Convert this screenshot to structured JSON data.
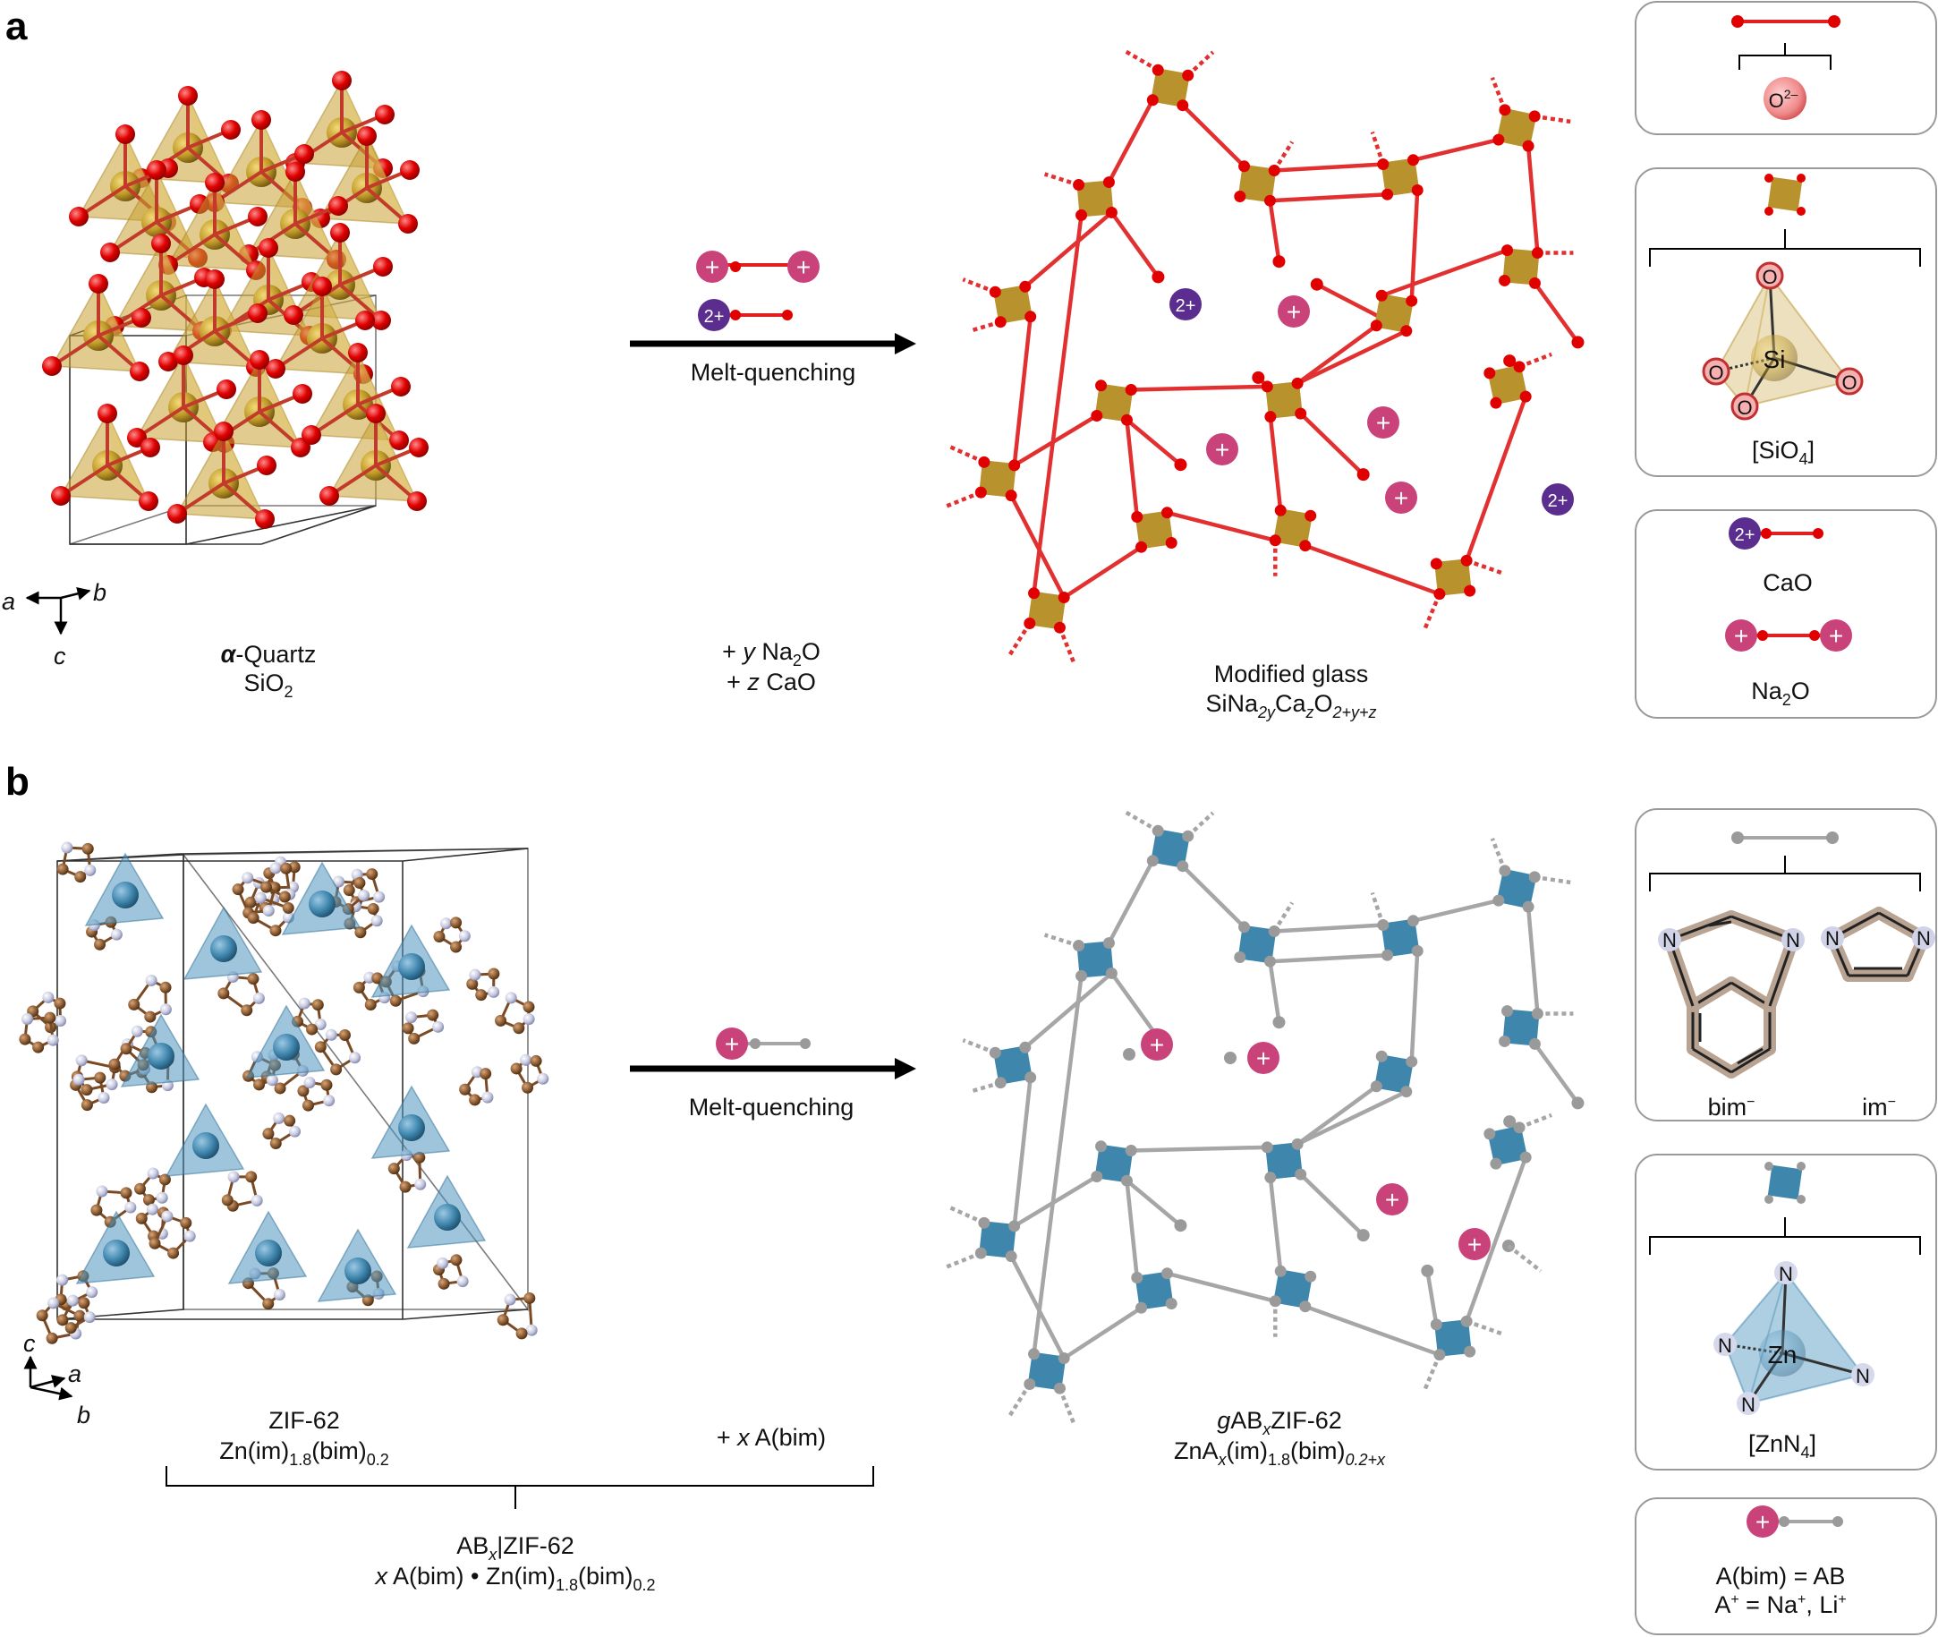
{
  "panels": {
    "a": {
      "letter": "a",
      "crystal": {
        "axes": {
          "a": "a",
          "b": "b",
          "c": "c"
        },
        "name": "-Quartz",
        "name_symbol": "α",
        "formula": {
          "main": "SiO",
          "sub": "2"
        }
      },
      "arrow": {
        "label": "Melt-quenching"
      },
      "additives": {
        "line1": {
          "plus": "+ ",
          "var": "y",
          "main": " Na",
          "sub": "2",
          "tail": "O"
        },
        "line2": {
          "plus": "+ ",
          "var": "z",
          "tail": " CaO"
        }
      },
      "glass": {
        "name": "Modified glass",
        "formula": {
          "p1": "SiNa",
          "s1": "2y",
          "p2": "Ca",
          "s2": "z",
          "p3": "O",
          "s3": "2+y+z"
        }
      },
      "legend": {
        "oxide_ion": {
          "main": "O",
          "sup": "2–"
        },
        "tetra": {
          "center": "Si",
          "vertex": "O",
          "caption_main": "[SiO",
          "caption_sub": "4",
          "caption_tail": "]"
        },
        "cao": "CaO",
        "na2o": {
          "main": "Na",
          "sub": "2",
          "tail": "O"
        }
      },
      "ions": {
        "plus": "+",
        "two_plus": "2+"
      }
    },
    "b": {
      "letter": "b",
      "crystal": {
        "axes": {
          "a": "a",
          "b": "b",
          "c": "c"
        },
        "name": "ZIF-62",
        "formula": {
          "p1": "Zn(im)",
          "s1": "1.8",
          "p2": "(bim)",
          "s2": "0.2"
        }
      },
      "additive": {
        "plus": "+ ",
        "var": "x",
        "tail": " A(bim)"
      },
      "arrow": {
        "label": "Melt-quenching"
      },
      "composite": {
        "name": {
          "p1": "AB",
          "s1": "x",
          "p2": "|ZIF-62"
        },
        "formula": {
          "var": "x",
          "p1": " A(bim) • Zn(im)",
          "s1": "1.8",
          "p2": "(bim)",
          "s2": "0.2"
        }
      },
      "glass": {
        "name": {
          "pre": "g",
          "p1": "AB",
          "s1": "x",
          "p2": "ZIF-62"
        },
        "formula": {
          "p1": "ZnA",
          "s1": "x",
          "p2": "(im)",
          "s2": "1.8",
          "p3": "(bim)",
          "s3": "0.2+x"
        }
      },
      "legend": {
        "ligands": {
          "bim": {
            "main": "bim",
            "sup": "−"
          },
          "im": {
            "main": "im",
            "sup": "−"
          },
          "ring_atom": "N"
        },
        "tetra": {
          "center": "Zn",
          "vertex": "N",
          "caption_main": "[ZnN",
          "caption_sub": "4",
          "caption_tail": "]"
        },
        "alkali": {
          "line1": "A(bim) = AB",
          "line2": {
            "a": "A",
            "a_sup": "+",
            "eq": " = Na",
            "na_sup": "+",
            "sep": ", Li",
            "li_sup": "+"
          }
        }
      },
      "ions": {
        "plus": "+"
      }
    }
  },
  "colors": {
    "oxygen": "#e00000",
    "bond_red": "#e23030",
    "silicon_tetra": "#b8922c",
    "zinc_tetra": "#3f86ad",
    "linker_grey": "#a6a6a6",
    "na_ion": "#c9437a",
    "ca_ion": "#5a2d8f",
    "carbon": "#8a5a30",
    "nitrogen": "#c0c4dc"
  }
}
